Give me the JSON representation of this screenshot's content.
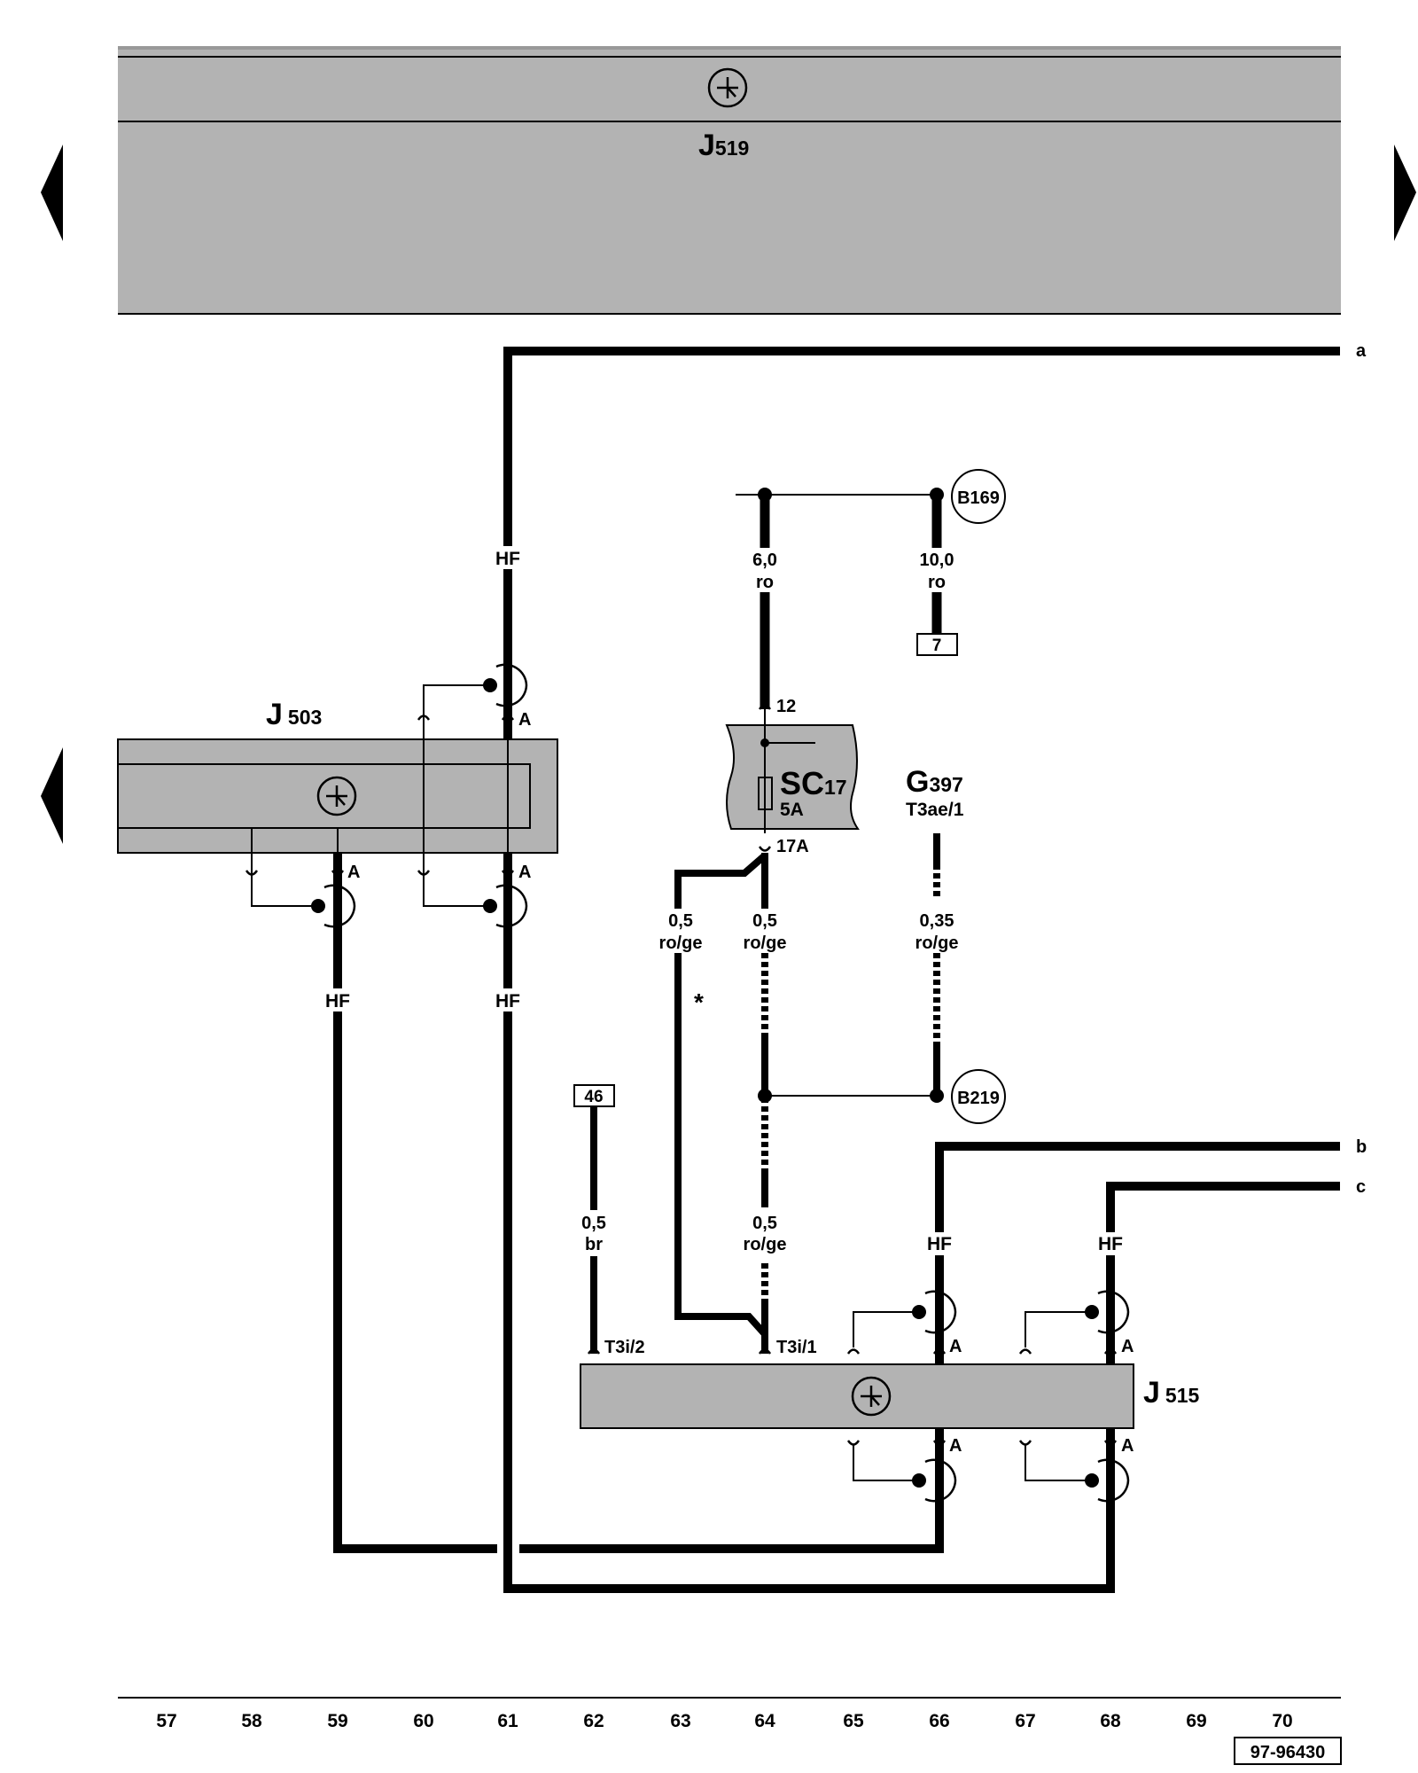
{
  "modules": {
    "j519": {
      "id": "J",
      "sub": "519"
    },
    "j503": {
      "id": "J",
      "sub": "503"
    },
    "j515": {
      "id": "J",
      "sub": "515"
    },
    "sc17": {
      "id": "SC",
      "sub": "17",
      "rating": "5A"
    },
    "g397": {
      "id": "G",
      "sub": "397",
      "connector": "T3ae/1"
    }
  },
  "wires": {
    "hf_label": "HF",
    "shield_label": "A",
    "w_6_0": {
      "size": "6,0",
      "color": "ro"
    },
    "w_10_0": {
      "size": "10,0",
      "color": "ro"
    },
    "w_05_left": {
      "size": "0,5",
      "color": "ro/ge"
    },
    "w_05_center": {
      "size": "0,5",
      "color": "ro/ge"
    },
    "w_035": {
      "size": "0,35",
      "color": "ro/ge"
    },
    "w_05_lower": {
      "size": "0,5",
      "color": "ro/ge"
    },
    "w_05_br": {
      "size": "0,5",
      "color": "br"
    }
  },
  "pins": {
    "sc_in": "12",
    "sc_out": "17A",
    "t3i_2": "T3i/2",
    "t3i_1": "T3i/1"
  },
  "ground_points": [
    "B169",
    "B219"
  ],
  "refs": {
    "box_7": "7",
    "box_46": "46"
  },
  "continuation": {
    "a": "a",
    "b": "b",
    "c": "c"
  },
  "asterisk": "*",
  "track_numbers": [
    "57",
    "58",
    "59",
    "60",
    "61",
    "62",
    "63",
    "64",
    "65",
    "66",
    "67",
    "68",
    "69",
    "70"
  ],
  "figure_id": "97-96430"
}
